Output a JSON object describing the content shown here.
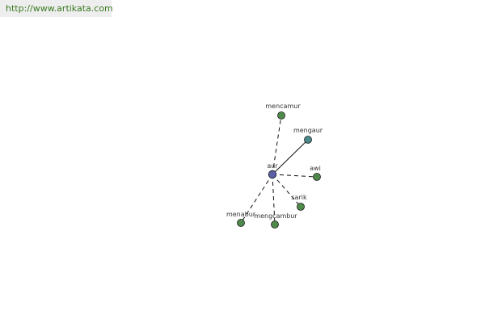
{
  "url_text": "http://www.artikata.com",
  "colors": {
    "center_node": "#5a5fa6",
    "teal_node": "#4a8a8a",
    "green_node": "#4f8a4a",
    "url_text": "#3a7a20",
    "url_bar_bg": "#eeeeee"
  },
  "graph": {
    "center": {
      "id": "aur",
      "label": "aur"
    },
    "nodes": [
      {
        "id": "mencamur",
        "label": "mencamur",
        "edge": "dashed",
        "color": "green"
      },
      {
        "id": "mengaur",
        "label": "mengaur",
        "edge": "solid",
        "color": "teal"
      },
      {
        "id": "awi",
        "label": "awi",
        "edge": "dashed",
        "color": "green"
      },
      {
        "id": "sarik",
        "label": "sarik",
        "edge": "dashed",
        "color": "green"
      },
      {
        "id": "mengcambur",
        "label": "mengcambur",
        "edge": "dashed",
        "color": "green"
      },
      {
        "id": "menabur",
        "label": "menabur",
        "edge": "dashed",
        "color": "green"
      }
    ]
  }
}
